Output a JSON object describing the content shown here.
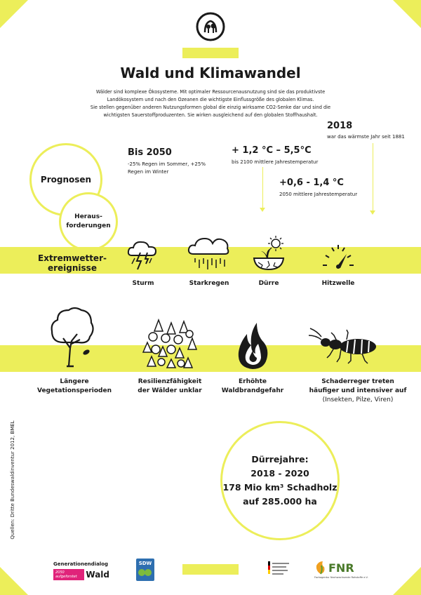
{
  "header": {
    "title": "Wald und Klimawandel",
    "intro_lines": [
      "Wälder sind komplexe Ökosysteme. Mit optimaler Ressourcenausnutzung sind sie das produktivste",
      "Landökosystem und nach den Ozeanen die wichtigste Einflussgröße des globalen Klimas.",
      "Sie stellen gegenüber anderen Nutzungsformen global die einzig wirksame CO2-Senke dar und sind die",
      "wichtigsten Sauerstoffproduzenten. Sie wirken ausgleichend auf den globalen Stoffhaushalt."
    ]
  },
  "stats": {
    "year2018": {
      "value": "2018",
      "text": "war das wärmste Jahr seit 1881"
    },
    "bis2050": {
      "value": "Bis 2050",
      "lines": [
        "-25% Regen im Sommer, +25%",
        "Regen im Winter"
      ]
    },
    "temp2100": {
      "value": "+ 1,2 °C – 5,5°C",
      "text": "bis 2100 mittlere Jahrestemperatur"
    },
    "temp2050": {
      "value": "+0,6 - 1,4 °C",
      "text": "2050 mittlere Jahrestemperatur"
    }
  },
  "circles": {
    "prognosen": "Prognosen",
    "herausforderungen_lines": [
      "Heraus-",
      "forderungen"
    ]
  },
  "extremwetter": {
    "label_lines": [
      "Extremwetter-",
      "ereignisse"
    ],
    "items": [
      {
        "icon": "storm-icon",
        "label": "Sturm"
      },
      {
        "icon": "heavy-rain-icon",
        "label": "Starkregen"
      },
      {
        "icon": "drought-icon",
        "label": "Dürre"
      },
      {
        "icon": "heatwave-icon",
        "label": "Hitzwelle"
      }
    ]
  },
  "impacts": [
    {
      "icon": "tree-icon",
      "lines": [
        "Längere",
        "Vegetationsperioden"
      ],
      "sub": ""
    },
    {
      "icon": "forest-icon",
      "lines": [
        "Resilienzfähigkeit",
        "der Wälder unklar"
      ],
      "sub": ""
    },
    {
      "icon": "fire-icon",
      "lines": [
        "Erhöhte",
        "Waldbrandgefahr"
      ],
      "sub": ""
    },
    {
      "icon": "beetle-icon",
      "lines": [
        "Schaderreger treten",
        "häufiger und intensiver auf"
      ],
      "sub": "(Insekten, Pilze, Viren)"
    }
  ],
  "drought_box": {
    "lines": [
      "Dürrejahre:",
      "2018 - 2020",
      "178 Mio km³ Schadholz",
      "auf 285.000 ha"
    ]
  },
  "sources": "Quellen: Dritte Bundeswaldinventur 2012, BMEL",
  "footer": {
    "logo1_top": "Generationendialog",
    "logo1_badge": "2050 aufgeforstet",
    "logo1_word": "Wald",
    "logo2": "SDW",
    "logo4": "FNR",
    "logo4_small": "Fachagentur Nachwachsende Rohstoffe e.V."
  },
  "colors": {
    "accent": "#ecee5a",
    "text": "#1a1a1a"
  }
}
